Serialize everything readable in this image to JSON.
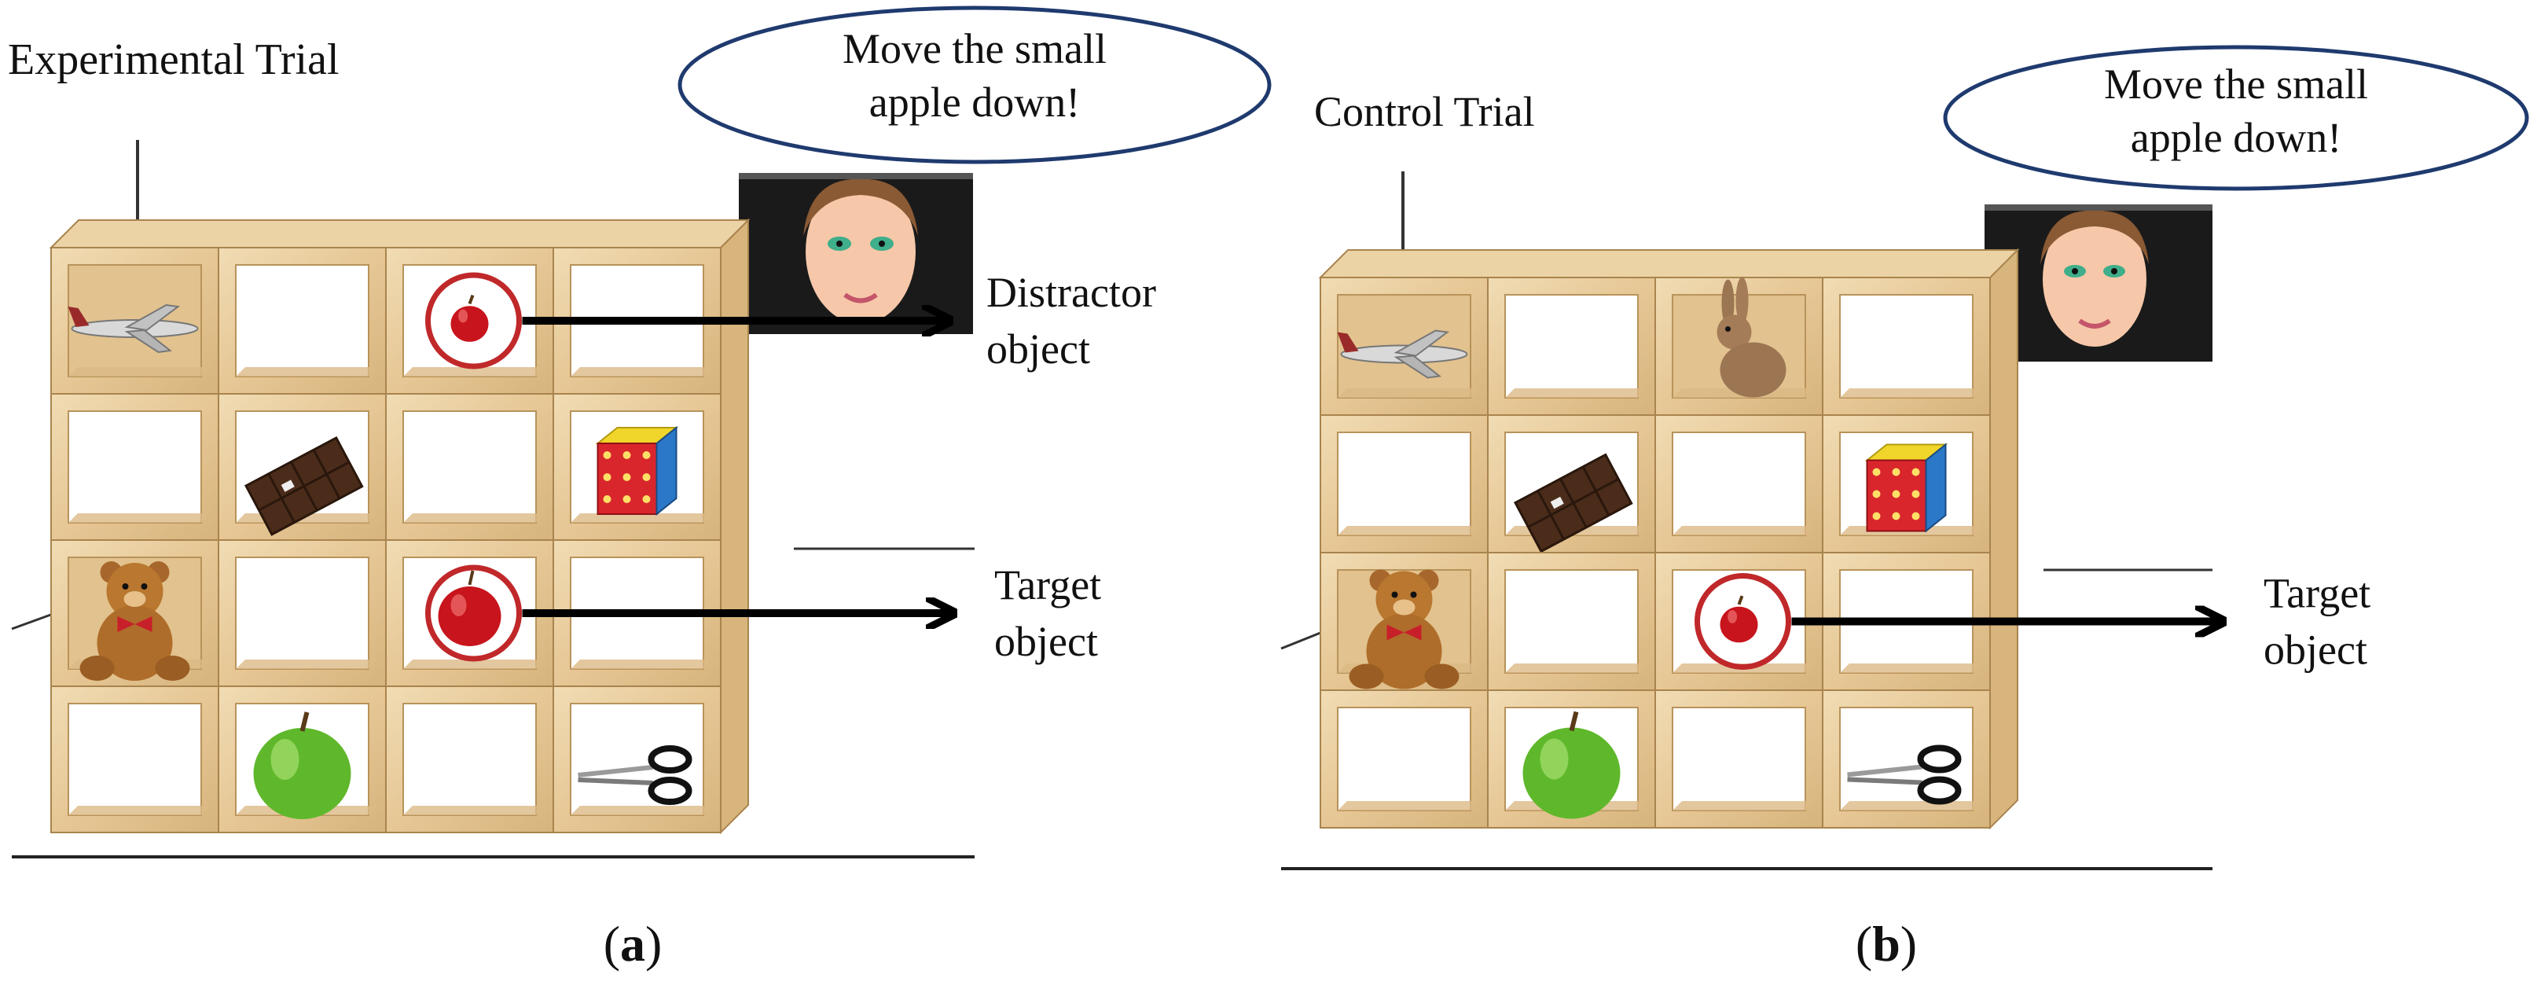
{
  "panels": [
    {
      "id": "a",
      "title": "Experimental Trial",
      "speech": [
        "Move the small",
        "apple down!"
      ],
      "caption_letter": "a",
      "grid": [
        [
          "airplane",
          "",
          "apple-small",
          ""
        ],
        [
          "",
          "chocolate",
          "",
          "cube"
        ],
        [
          "teddy-bear",
          "",
          "apple-large",
          ""
        ],
        [
          "",
          "apple-green",
          "",
          "scissors"
        ]
      ],
      "labels": [
        {
          "lines": [
            "Distractor",
            "object"
          ]
        },
        {
          "lines": [
            "Target",
            "object"
          ]
        }
      ]
    },
    {
      "id": "b",
      "title": "Control Trial",
      "speech": [
        "Move the small",
        "apple down!"
      ],
      "caption_letter": "b",
      "grid": [
        [
          "airplane",
          "",
          "rabbit",
          ""
        ],
        [
          "",
          "chocolate",
          "",
          "cube"
        ],
        [
          "teddy-bear",
          "",
          "apple-small",
          ""
        ],
        [
          "",
          "apple-green",
          "",
          "scissors"
        ]
      ],
      "labels": [
        {
          "lines": [
            "Target",
            "object"
          ]
        }
      ]
    }
  ],
  "colors": {
    "wood": "#e9cfa3",
    "wood_dark": "#c9a36b",
    "circle": "#c0282a",
    "arrow": "#000000",
    "speech_outline": "#1f3a6e"
  }
}
